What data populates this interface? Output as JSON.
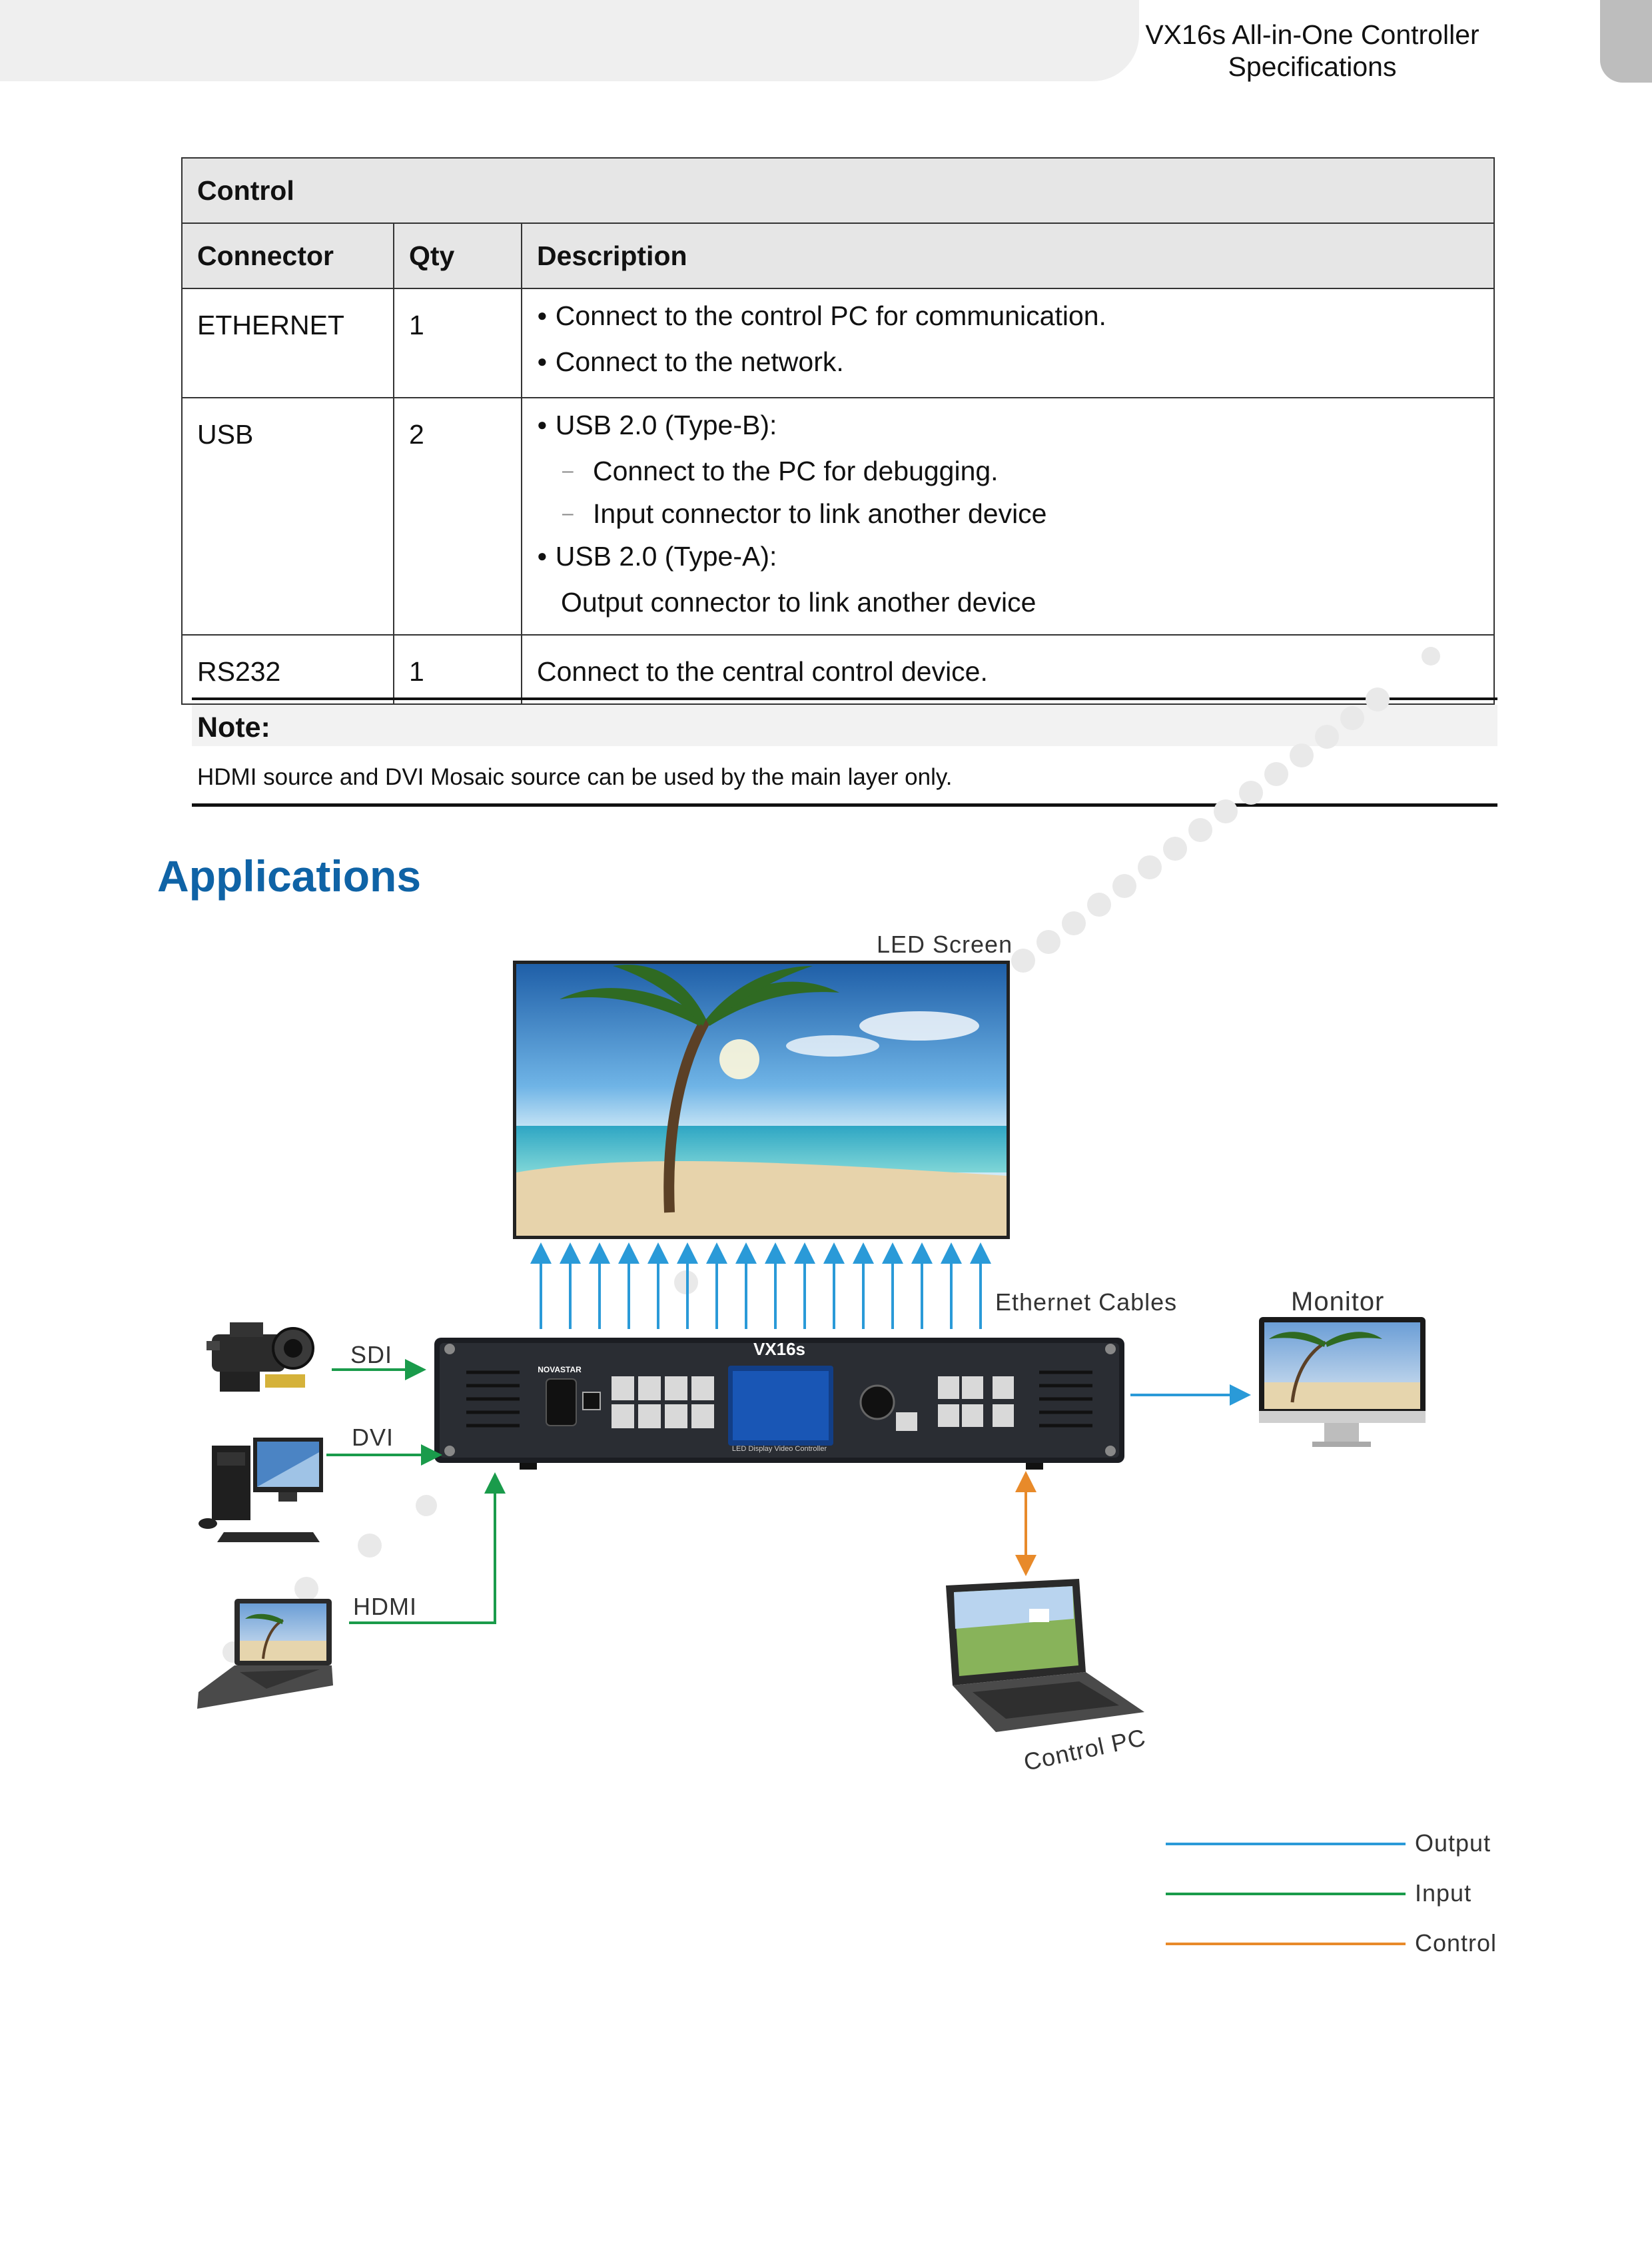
{
  "header": {
    "title_line1": "VX16s All-in-One Controller",
    "title_line2": "Specifications"
  },
  "table": {
    "section": "Control",
    "columns": [
      "Connector",
      "Qty",
      "Description"
    ],
    "rows": [
      {
        "connector": "ETHERNET",
        "qty": "1",
        "lines": [
          "Connect to the control PC for communication.",
          "Connect to the network."
        ]
      },
      {
        "connector": "USB",
        "qty": "2",
        "lines": [
          "USB 2.0 (Type-B):",
          "Connect to the PC for debugging.",
          "Input connector to link another device",
          "USB 2.0 (Type-A):",
          "Output connector to link another device"
        ]
      },
      {
        "connector": "RS232",
        "qty": "1",
        "lines": [
          "Connect to the central control device."
        ]
      }
    ]
  },
  "note": {
    "label": "Note:",
    "text": "HDMI source and DVI Mosaic source can be used by the main layer only."
  },
  "applications": {
    "heading": "Applications",
    "labels": {
      "led_screen": "LED Screen",
      "ethernet_cables": "Ethernet Cables",
      "monitor": "Monitor",
      "sdi": "SDI",
      "dvi": "DVI",
      "hdmi": "HDMI",
      "control_pc": "Control PC",
      "device_model": "VX16s",
      "device_brand": "NOVASTAR",
      "device_subtitle": "LED Display Video Controller"
    },
    "legend": {
      "output": "Output",
      "input": "Input",
      "control": "Control"
    },
    "colors": {
      "output": "#2a9ad8",
      "input": "#1a9b4b",
      "control": "#e88a2a"
    }
  }
}
